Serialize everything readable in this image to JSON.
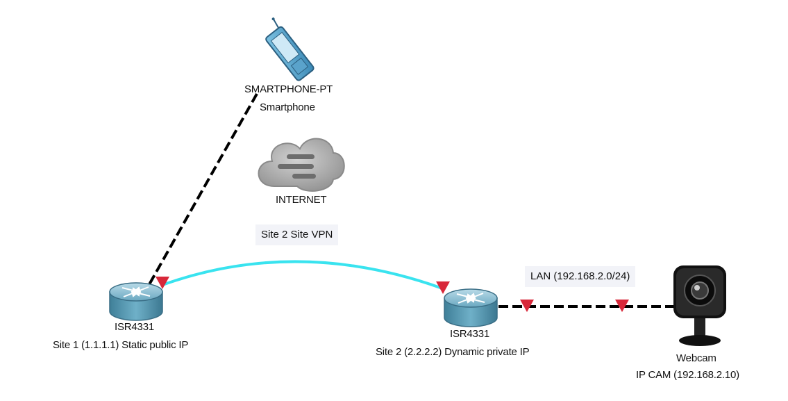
{
  "devices": {
    "smartphone": {
      "model": "SMARTPHONE-PT",
      "name": "Smartphone",
      "icon": "smartphone-icon"
    },
    "internet": {
      "name": "INTERNET",
      "icon": "cloud-icon"
    },
    "router1": {
      "model": "ISR4331",
      "name": "Site 1 (1.1.1.1) Static public IP",
      "icon": "router-icon"
    },
    "router2": {
      "model": "ISR4331",
      "name": "Site 2 (2.2.2.2) Dynamic private IP",
      "icon": "router-icon"
    },
    "webcam": {
      "model": "Webcam",
      "name": "IP CAM (192.168.2.10)",
      "icon": "webcam-icon"
    }
  },
  "notes": {
    "vpn": "Site 2 Site VPN",
    "lan": "LAN (192.168.2.0/24)"
  },
  "colors": {
    "vpn_link": "#39e3ef",
    "link": "#000000",
    "port_marker": "#d8283a",
    "router_body": "#4f93ad",
    "cloud": "#9a9a9a",
    "note_bg": "#f2f3f8"
  }
}
